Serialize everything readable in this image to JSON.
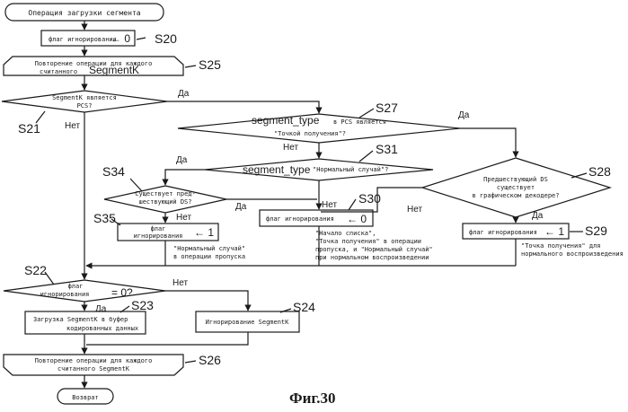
{
  "start": "Операция загрузки сегмента",
  "s20": {
    "text": "флаг игнорирования",
    "value": "← 0",
    "step": "S20"
  },
  "s25": {
    "line1": "Повторение операции для каждого",
    "line2a": "считанного ",
    "line2b": "SegmentK",
    "step": "S25"
  },
  "s21": {
    "line1": "SegmentK является",
    "line2": "PCS?",
    "step": "S21",
    "yes": "Да",
    "no": "Нет"
  },
  "s27": {
    "q1": "segment_type",
    "q2": "в PCS является",
    "q3": "\"Точкой получения\"?",
    "step": "S27",
    "yes": "Да",
    "no": "Нет"
  },
  "s31": {
    "q1": "segment_type",
    "q2": "\"Нормальный случай\"?",
    "step": "S31",
    "yes": "Да"
  },
  "s34": {
    "line1": "Существует пред-",
    "line2": "шествующий DS?",
    "step": "S34",
    "yes": "Да",
    "no": "Нет"
  },
  "s35": {
    "line1": "флаг",
    "line2": "игнорирования",
    "value": "← 1",
    "step": "S35"
  },
  "s30": {
    "text": "флаг игнорирования",
    "value": "← 0",
    "step": "S30",
    "no": "Нет"
  },
  "s28": {
    "line1": "Предшествующий DS",
    "line2": "существует",
    "line3": "в графическом декодере?",
    "step": "S28",
    "yes": "Да",
    "no": "Нет"
  },
  "s29": {
    "text": "флаг игнорирования",
    "value": "← 1",
    "step": "S29"
  },
  "notes": {
    "n35": [
      "\"Нормальный случай\"",
      "в операции пропуска"
    ],
    "n30": [
      "\"Начало списка\",",
      "\"Точка получения\" в операции",
      "пропуска, и \"Нормальный случай\"",
      "при нормальном воспроизведении"
    ],
    "n29": [
      "\"Точка получения\" для",
      "нормального воспроизведения"
    ]
  },
  "s22": {
    "line1": "флаг",
    "line2": "игнорирования",
    "value": "= 0?",
    "step": "S22",
    "yes": "Да",
    "no": "Нет"
  },
  "s23": {
    "line1": "Загрузка SegmentK в буфер",
    "line2": "кодированных данных",
    "step": "S23"
  },
  "s24": {
    "text": "Игнорирование SegmentK",
    "step": "S24"
  },
  "s26": {
    "line1": "Повторение операции для каждого",
    "line2": "считанного SegmentK",
    "step": "S26"
  },
  "end": "Возврат",
  "figure_label": "Фиг.30"
}
